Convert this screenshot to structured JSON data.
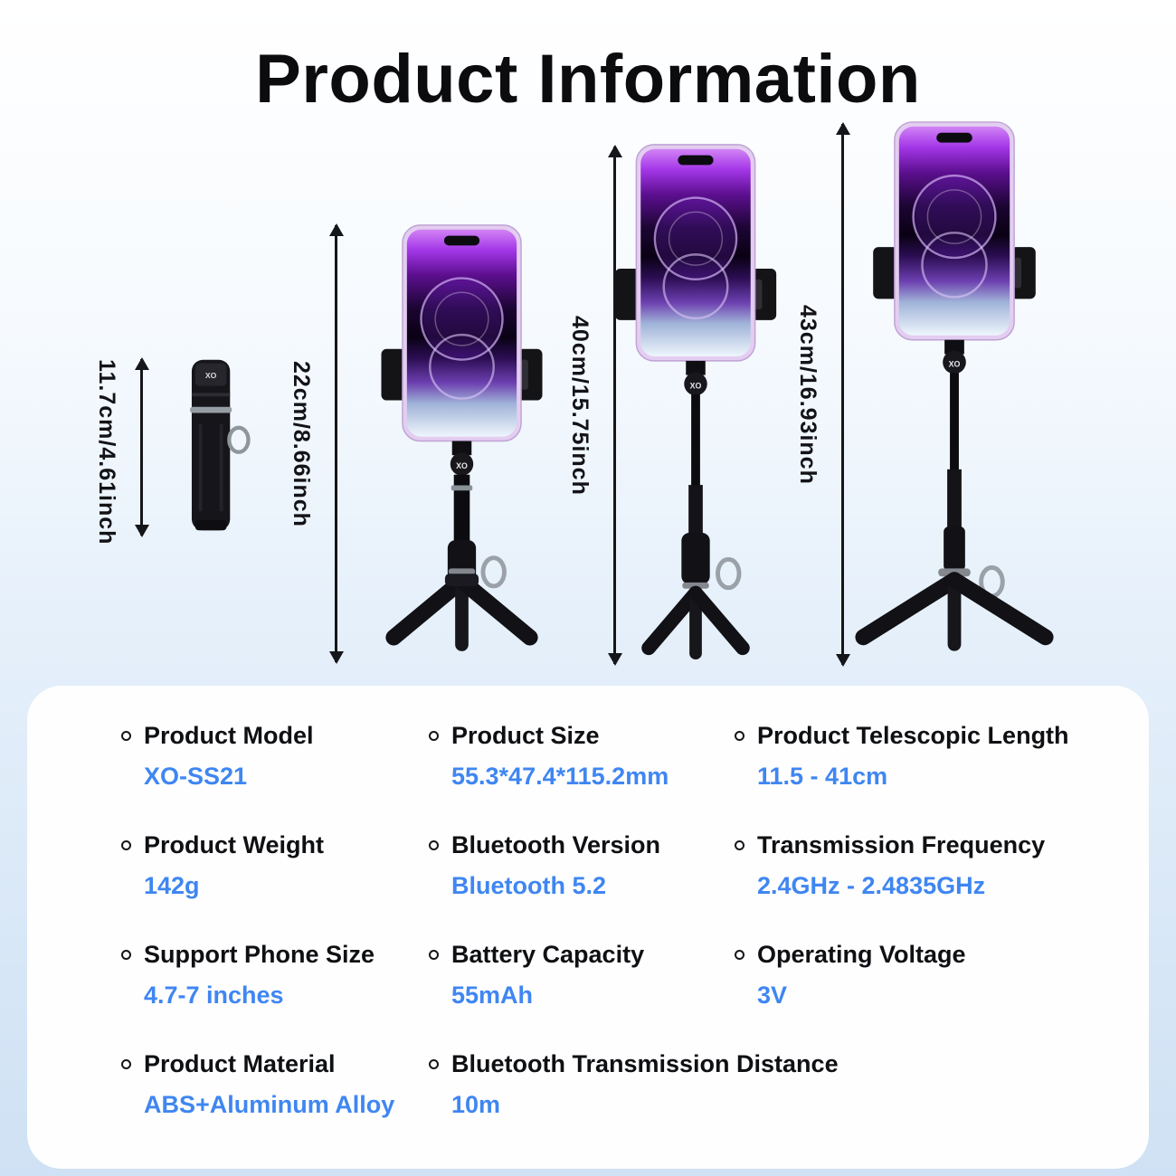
{
  "title": "Product Information",
  "device_logo": "XO",
  "figures": [
    {
      "name": "folded-unit",
      "dimension": "11.7cm/4.61inch"
    },
    {
      "name": "short-tripod",
      "dimension": "22cm/8.66inch"
    },
    {
      "name": "extended-tripod",
      "dimension": "40cm/15.75inch"
    },
    {
      "name": "max-extended-tripod",
      "dimension": "43cm/16.93inch"
    }
  ],
  "specs": [
    {
      "label": "Product Model",
      "value": "XO-SS21"
    },
    {
      "label": "Product Size",
      "value": "55.3*47.4*115.2mm"
    },
    {
      "label": "Product Telescopic Length",
      "value": "11.5 - 41cm"
    },
    {
      "label": "Product Weight",
      "value": "142g"
    },
    {
      "label": "Bluetooth Version",
      "value": "Bluetooth 5.2"
    },
    {
      "label": "Transmission Frequency",
      "value": "2.4GHz - 2.4835GHz"
    },
    {
      "label": "Support Phone Size",
      "value": "4.7-7 inches"
    },
    {
      "label": "Battery Capacity",
      "value": "55mAh"
    },
    {
      "label": "Operating Voltage",
      "value": "3V"
    },
    {
      "label": "Product Material",
      "value": "ABS+Aluminum Alloy"
    },
    {
      "label": "Bluetooth Transmission Distance",
      "value": "10m"
    }
  ],
  "colors": {
    "value_blue": "#3f86f2",
    "label_dark": "#0f1013",
    "background_bottom": "#cfe1f4",
    "card_background": "#fefefe",
    "screen_purple": "#7b2bd9"
  }
}
